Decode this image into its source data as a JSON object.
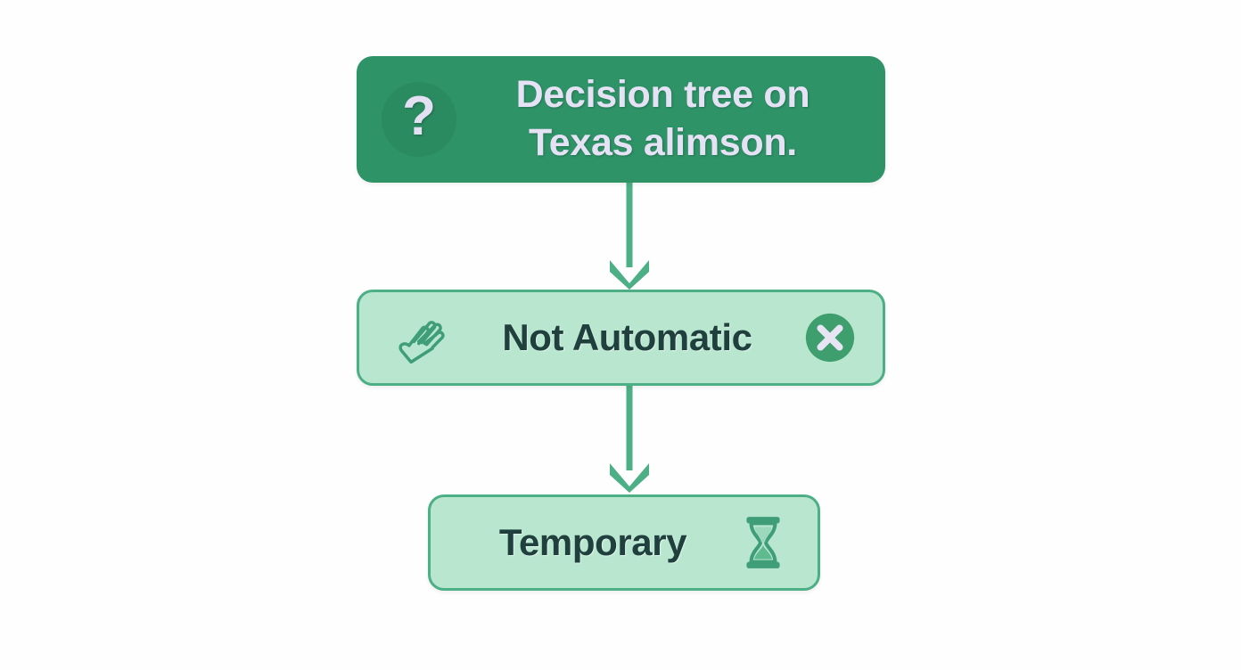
{
  "diagram": {
    "title_node": {
      "text": "Decision tree on Texas alimson.",
      "icon": "question-mark-icon",
      "icon_glyph": "?",
      "fill_color": "#2e9367",
      "text_color": "#e6e2f6"
    },
    "steps": [
      {
        "label": "Not Automatic",
        "left_icon": "raised-hand-icon",
        "right_icon": "x-circle-icon",
        "fill_color": "#b8e6cf",
        "border_color": "#4caf86",
        "text_color": "#20403e"
      },
      {
        "label": "Temporary",
        "left_icon": null,
        "right_icon": "hourglass-icon",
        "fill_color": "#b8e6cf",
        "border_color": "#4caf86",
        "text_color": "#20403e"
      }
    ],
    "connectors": [
      {
        "from": "title_node",
        "to": "step-not-automatic",
        "color": "#4caf86"
      },
      {
        "from": "step-not-automatic",
        "to": "step-temporary",
        "color": "#4caf86"
      }
    ],
    "background_color": "#fefefe"
  }
}
